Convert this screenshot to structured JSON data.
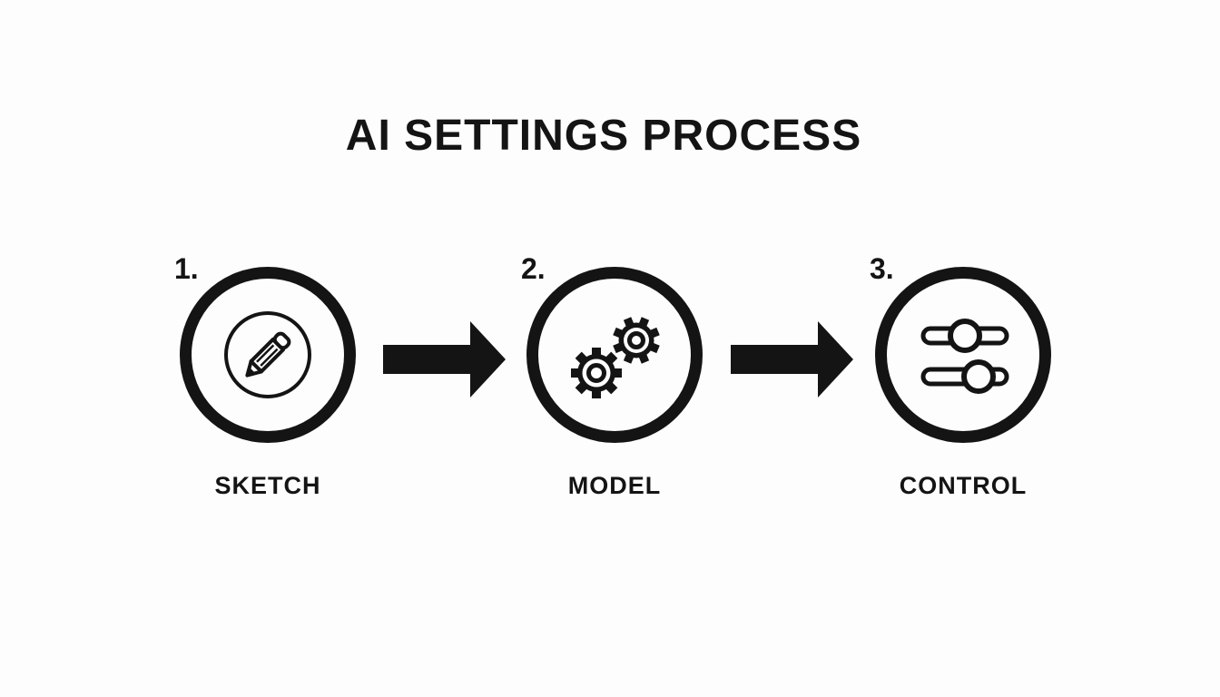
{
  "title": "AI SETTINGS PROCESS",
  "colors": {
    "ink": "#141414",
    "background": "#fdfdfd"
  },
  "steps": [
    {
      "number": "1.",
      "label": "SKETCH",
      "icon": "pencil-icon"
    },
    {
      "number": "2.",
      "label": "MODEL",
      "icon": "gears-icon"
    },
    {
      "number": "3.",
      "label": "CONTROL",
      "icon": "sliders-icon"
    }
  ],
  "connectors": [
    {
      "icon": "arrow-right-icon"
    },
    {
      "icon": "arrow-right-icon"
    }
  ]
}
